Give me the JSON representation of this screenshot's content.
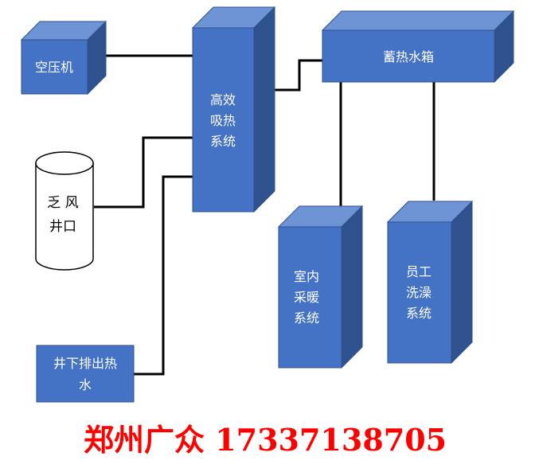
{
  "diagram": {
    "nodes": {
      "air_compressor": {
        "label": "空压机"
      },
      "efficient_absorber": {
        "lines": [
          "高效",
          "吸热",
          "系统"
        ]
      },
      "return_air_shaft": {
        "lines": [
          "乏 风",
          "井口"
        ]
      },
      "mine_drainage": {
        "lines": [
          "井下排出热",
          "水"
        ]
      },
      "heat_storage_tank": {
        "label": "蓄热水箱"
      },
      "indoor_heating": {
        "lines": [
          "室内",
          "采暖",
          "系统"
        ]
      },
      "staff_bathing": {
        "lines": [
          "员工",
          "洗澡",
          "系统"
        ]
      }
    },
    "edges": [
      {
        "from": "air_compressor",
        "to": "efficient_absorber"
      },
      {
        "from": "return_air_shaft",
        "to": "efficient_absorber"
      },
      {
        "from": "mine_drainage",
        "to": "efficient_absorber"
      },
      {
        "from": "efficient_absorber",
        "to": "heat_storage_tank"
      },
      {
        "from": "heat_storage_tank",
        "to": "indoor_heating"
      },
      {
        "from": "heat_storage_tank",
        "to": "staff_bathing"
      }
    ]
  },
  "watermark": {
    "text": "郑州广众 17337138705"
  },
  "colors": {
    "box_front": "#4472c4",
    "box_top": "#6e94d6",
    "box_side": "#2f528f",
    "watermark": "#ff0000"
  }
}
